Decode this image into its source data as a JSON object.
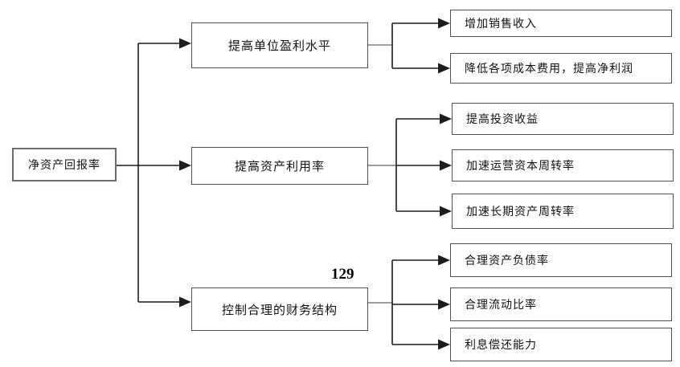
{
  "page_number": "129",
  "diagram": {
    "root": {
      "label": "净资产回报率"
    },
    "branches": [
      {
        "label": "提高单位盈利水平",
        "children": [
          {
            "label": "增加销售收入"
          },
          {
            "label": "降低各项成本费用，提高净利润"
          }
        ]
      },
      {
        "label": "提高资产利用率",
        "children": [
          {
            "label": "提高投资收益"
          },
          {
            "label": "加速运营资本周转率"
          },
          {
            "label": "加速长期资产周转率"
          }
        ]
      },
      {
        "label": "控制合理的财务结构",
        "children": [
          {
            "label": "合理资产负债率"
          },
          {
            "label": "合理流动比率"
          },
          {
            "label": "利息偿还能力"
          }
        ]
      }
    ]
  },
  "colors": {
    "line": "#1c1c1c",
    "stub": "#7d7d7d",
    "border": "#4f4f4f",
    "background": "#ffffff"
  }
}
